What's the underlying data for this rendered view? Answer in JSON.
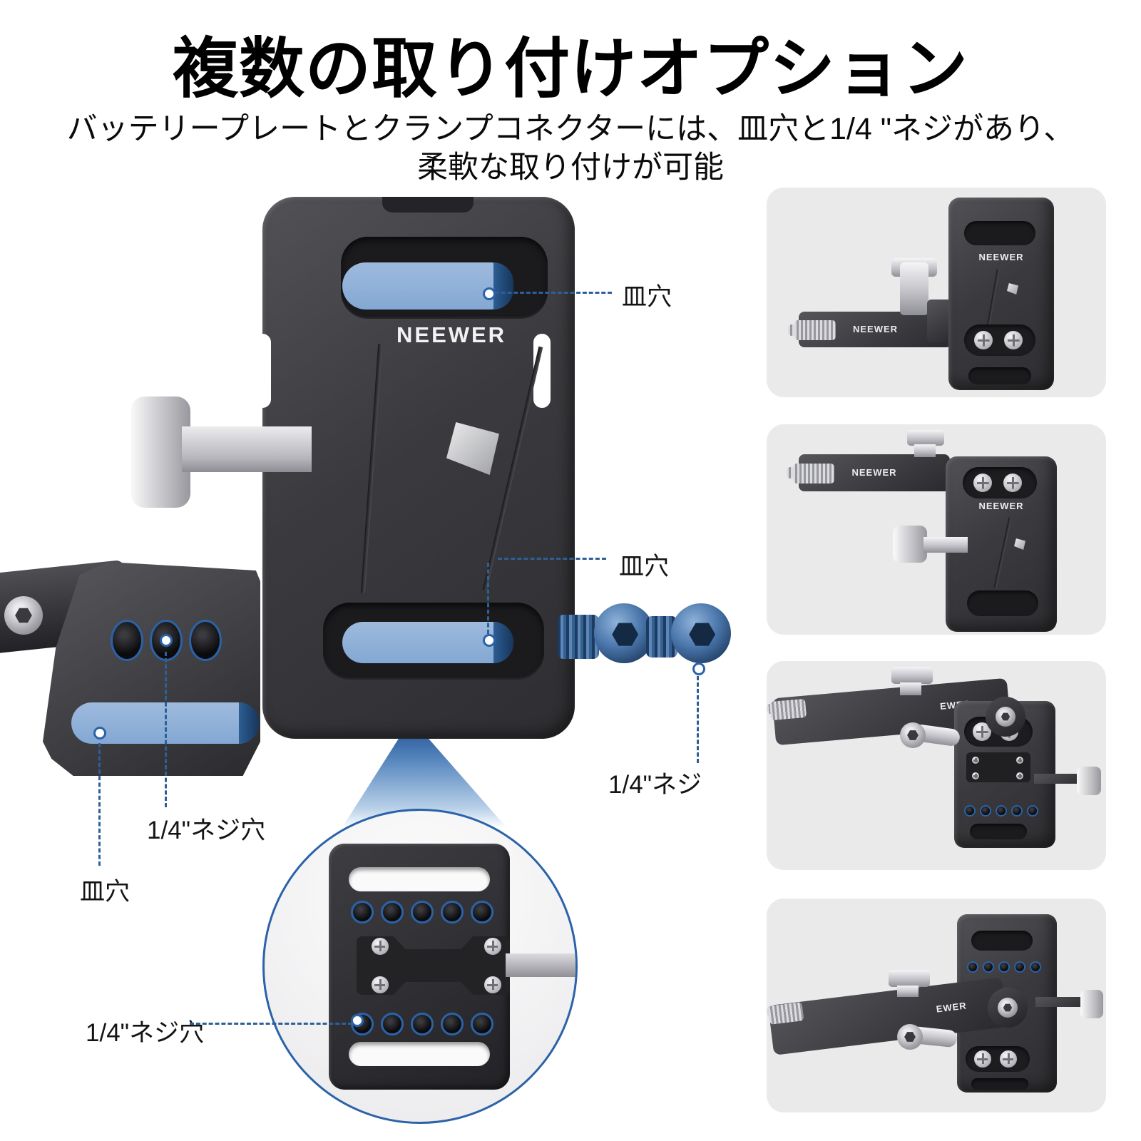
{
  "header": {
    "title": "複数の取り付けオプション",
    "subtitle_line1": "バッテリープレートとクランプコネクターには、皿穴と1/4 \"ネジがあり、",
    "subtitle_line2": "柔軟な取り付けが可能"
  },
  "brand": "NEEWER",
  "callouts": {
    "top_countersunk": "皿穴",
    "mid_countersunk": "皿穴",
    "screw": "1/4\"ネジ",
    "left_screw_hole": "1/4\"ネジ穴",
    "left_countersunk": "皿穴",
    "bottom_screw_hole": "1/4\"ネジ穴"
  },
  "thumbnails": [
    {
      "plate_brand": "NEEWER",
      "arm_brand": "NEEWER"
    },
    {
      "plate_brand": "NEEWER",
      "arm_brand": "NEEWER"
    },
    {
      "arm_brand": "EWER"
    },
    {
      "arm_brand": "EWER"
    }
  ],
  "colors": {
    "leader_blue": "#2e5f96",
    "slot_blue_light": "#8fb0d8",
    "slot_blue_dark": "#1f4976",
    "screw_blue": "#3e6da6",
    "plate_dark": "#39393d",
    "thumbnail_bg": "#eaeaea",
    "background": "#ffffff"
  }
}
